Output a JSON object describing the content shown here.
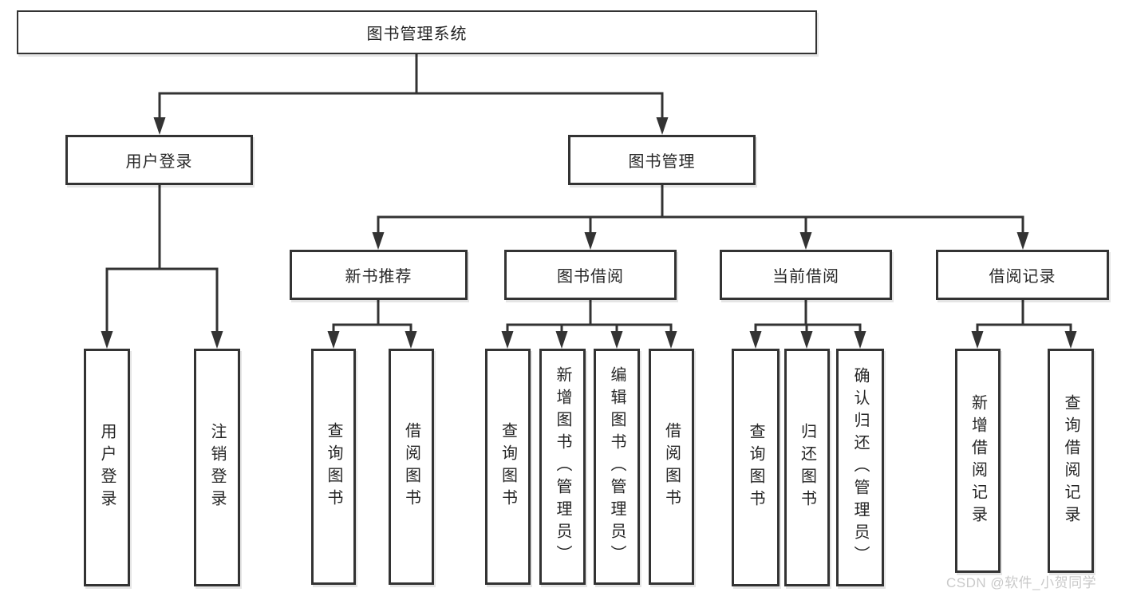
{
  "diagram": {
    "root": {
      "label": "图书管理系统"
    },
    "branches": [
      {
        "label": "用户登录",
        "children": [
          {
            "label": "用户登录"
          },
          {
            "label": "注销登录"
          }
        ]
      },
      {
        "label": "图书管理",
        "children": [
          {
            "label": "新书推荐",
            "children": [
              {
                "label": "查询图书"
              },
              {
                "label": "借阅图书"
              }
            ]
          },
          {
            "label": "图书借阅",
            "children": [
              {
                "label": "查询图书"
              },
              {
                "label": "新增图书（管理员）"
              },
              {
                "label": "编辑图书（管理员）"
              },
              {
                "label": "借阅图书"
              }
            ]
          },
          {
            "label": "当前借阅",
            "children": [
              {
                "label": "查询图书"
              },
              {
                "label": "归还图书"
              },
              {
                "label": "确认归还（管理员）"
              }
            ]
          },
          {
            "label": "借阅记录",
            "children": [
              {
                "label": "新增借阅记录"
              },
              {
                "label": "查询借阅记录"
              }
            ]
          }
        ]
      }
    ]
  },
  "watermark": {
    "text": "CSDN @软件_小贺同学"
  },
  "colors": {
    "line": "#333333",
    "box_border": "#333333",
    "text": "#262626",
    "watermark": "#c9c9c9",
    "background": "#ffffff"
  }
}
